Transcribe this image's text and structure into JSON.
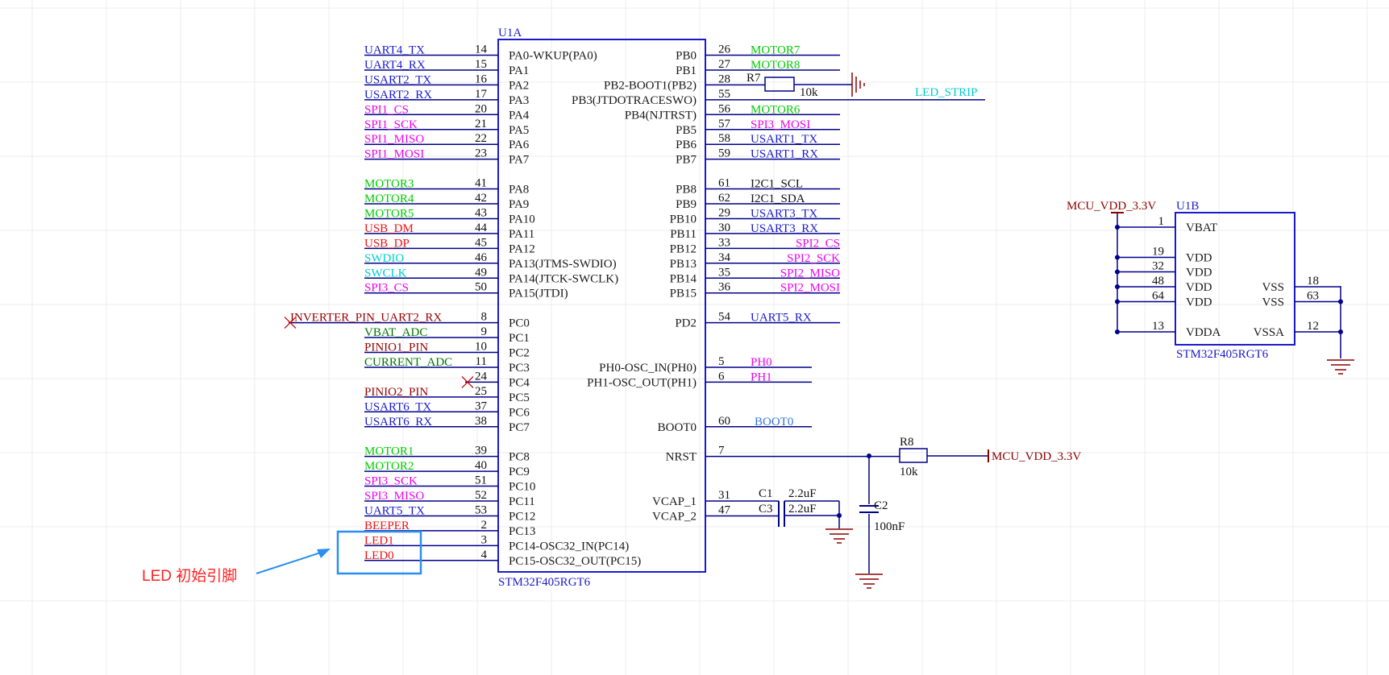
{
  "colors": {
    "wire": "#00008B",
    "chip_border": "#1a1acc",
    "pin_num": "#111111",
    "pin_name": "#1a1a1a",
    "designator": "#1a1acc",
    "power": "#8B0000",
    "net_blue": "#1a1acc",
    "net_green": "#00cc00",
    "net_magenta": "#ee00ee",
    "net_red": "#ee1111",
    "net_cyan": "#00cccc",
    "net_darkgreen": "#007700",
    "net_darkred": "#990000",
    "net_lightblue": "#3377dd",
    "net_black": "#111111",
    "annotation": "#ff2222",
    "highlight": "#2b8ef0",
    "grid": "#ececec"
  },
  "u1a": {
    "designator": "U1A",
    "part": "STM32F405RGT6",
    "left_pins": [
      {
        "num": "14",
        "name": "PA0-WKUP(PA0)",
        "net": "UART4_TX",
        "color": "net_blue"
      },
      {
        "num": "15",
        "name": "PA1",
        "net": "UART4_RX",
        "color": "net_blue"
      },
      {
        "num": "16",
        "name": "PA2",
        "net": "USART2_TX",
        "color": "net_blue"
      },
      {
        "num": "17",
        "name": "PA3",
        "net": "USART2_RX",
        "color": "net_blue"
      },
      {
        "num": "20",
        "name": "PA4",
        "net": "SPI1_CS",
        "color": "net_magenta"
      },
      {
        "num": "21",
        "name": "PA5",
        "net": "SPI1_SCK",
        "color": "net_magenta"
      },
      {
        "num": "22",
        "name": "PA6",
        "net": "SPI1_MISO",
        "color": "net_magenta"
      },
      {
        "num": "23",
        "name": "PA7",
        "net": "SPI1_MOSI",
        "color": "net_magenta"
      },
      {
        "num": "41",
        "name": "PA8",
        "net": "MOTOR3",
        "color": "net_green"
      },
      {
        "num": "42",
        "name": "PA9",
        "net": "MOTOR4",
        "color": "net_green"
      },
      {
        "num": "43",
        "name": "PA10",
        "net": "MOTOR5",
        "color": "net_green"
      },
      {
        "num": "44",
        "name": "PA11",
        "net": "USB_DM",
        "color": "net_red"
      },
      {
        "num": "45",
        "name": "PA12",
        "net": "USB_DP",
        "color": "net_red"
      },
      {
        "num": "46",
        "name": "PA13(JTMS-SWDIO)",
        "net": "SWDIO",
        "color": "net_cyan"
      },
      {
        "num": "49",
        "name": "PA14(JTCK-SWCLK)",
        "net": "SWCLK",
        "color": "net_cyan"
      },
      {
        "num": "50",
        "name": "PA15(JTDI)",
        "net": "SPI3_CS",
        "color": "net_magenta"
      },
      {
        "num": "8",
        "name": "PC0",
        "net": "INVERTER_PIN_UART2_RX",
        "color": "net_darkred"
      },
      {
        "num": "9",
        "name": "PC1",
        "net": "VBAT_ADC",
        "color": "net_darkgreen"
      },
      {
        "num": "10",
        "name": "PC2",
        "net": "PINIO1_PIN",
        "color": "net_darkred"
      },
      {
        "num": "11",
        "name": "PC3",
        "net": "CURRENT_ADC",
        "color": "net_darkgreen"
      },
      {
        "num": "24",
        "name": "PC4",
        "net": "",
        "color": "net_black"
      },
      {
        "num": "25",
        "name": "PC5",
        "net": "PINIO2_PIN",
        "color": "net_darkred"
      },
      {
        "num": "37",
        "name": "PC6",
        "net": "USART6_TX",
        "color": "net_blue"
      },
      {
        "num": "38",
        "name": "PC7",
        "net": "USART6_RX",
        "color": "net_blue"
      },
      {
        "num": "39",
        "name": "PC8",
        "net": "MOTOR1",
        "color": "net_green"
      },
      {
        "num": "40",
        "name": "PC9",
        "net": "MOTOR2",
        "color": "net_green"
      },
      {
        "num": "51",
        "name": "PC10",
        "net": "SPI3_SCK",
        "color": "net_magenta"
      },
      {
        "num": "52",
        "name": "PC11",
        "net": "SPI3_MISO",
        "color": "net_magenta"
      },
      {
        "num": "53",
        "name": "PC12",
        "net": "UART5_TX",
        "color": "net_blue"
      },
      {
        "num": "2",
        "name": "PC13",
        "net": "BEEPER",
        "color": "net_red"
      },
      {
        "num": "3",
        "name": "PC14-OSC32_IN(PC14)",
        "net": "LED1",
        "color": "net_red"
      },
      {
        "num": "4",
        "name": "PC15-OSC32_OUT(PC15)",
        "net": "LED0",
        "color": "net_red"
      }
    ],
    "right_pins": [
      {
        "num": "26",
        "name": "PB0",
        "net": "MOTOR7",
        "color": "net_green"
      },
      {
        "num": "27",
        "name": "PB1",
        "net": "MOTOR8",
        "color": "net_green"
      },
      {
        "num": "28",
        "name": "PB2-BOOT1(PB2)",
        "net": "",
        "color": "net_black"
      },
      {
        "num": "55",
        "name": "PB3(JTDOTRACESWO)",
        "net": "",
        "color": "net_black"
      },
      {
        "num": "56",
        "name": "PB4(NJTRST)",
        "net": "MOTOR6",
        "color": "net_green"
      },
      {
        "num": "57",
        "name": "PB5",
        "net": "SPI3_MOSI",
        "color": "net_magenta"
      },
      {
        "num": "58",
        "name": "PB6",
        "net": "USART1_TX",
        "color": "net_blue"
      },
      {
        "num": "59",
        "name": "PB7",
        "net": "USART1_RX",
        "color": "net_blue"
      },
      {
        "num": "61",
        "name": "PB8",
        "net": "I2C1_SCL",
        "color": "net_black"
      },
      {
        "num": "62",
        "name": "PB9",
        "net": "I2C1_SDA",
        "color": "net_black"
      },
      {
        "num": "29",
        "name": "PB10",
        "net": "USART3_TX",
        "color": "net_blue"
      },
      {
        "num": "30",
        "name": "PB11",
        "net": "USART3_RX",
        "color": "net_blue"
      },
      {
        "num": "33",
        "name": "PB12",
        "net": "SPI2_CS",
        "color": "net_magenta"
      },
      {
        "num": "34",
        "name": "PB13",
        "net": "SPI2_SCK",
        "color": "net_magenta"
      },
      {
        "num": "35",
        "name": "PB14",
        "net": "SPI2_MISO",
        "color": "net_magenta"
      },
      {
        "num": "36",
        "name": "PB15",
        "net": "SPI2_MOSI",
        "color": "net_magenta"
      },
      {
        "num": "54",
        "name": "PD2",
        "net": "UART5_RX",
        "color": "net_blue"
      },
      {
        "num": "5",
        "name": "PH0-OSC_IN(PH0)",
        "net": "PH0",
        "color": "net_magenta"
      },
      {
        "num": "6",
        "name": "PH1-OSC_OUT(PH1)",
        "net": "PH1",
        "color": "net_magenta"
      },
      {
        "num": "60",
        "name": "BOOT0",
        "net": "BOOT0",
        "color": "net_lightblue"
      },
      {
        "num": "7",
        "name": "NRST",
        "net": "",
        "color": "net_black"
      },
      {
        "num": "31",
        "name": "VCAP_1",
        "net": "",
        "color": "net_black"
      },
      {
        "num": "47",
        "name": "VCAP_2",
        "net": "",
        "color": "net_black"
      }
    ]
  },
  "u1b": {
    "designator": "U1B",
    "part": "STM32F405RGT6",
    "power_net": "MCU_VDD_3.3V",
    "left_pins": [
      {
        "num": "1",
        "name": "VBAT"
      },
      {
        "num": "19",
        "name": "VDD"
      },
      {
        "num": "32",
        "name": "VDD"
      },
      {
        "num": "48",
        "name": "VDD"
      },
      {
        "num": "64",
        "name": "VDD"
      },
      {
        "num": "13",
        "name": "VDDA"
      }
    ],
    "right_pins": [
      {
        "num": "18",
        "name": "VSS"
      },
      {
        "num": "63",
        "name": "VSS"
      },
      {
        "num": "12",
        "name": "VSSA"
      }
    ]
  },
  "components": {
    "r7": {
      "designator": "R7",
      "value": "10k"
    },
    "r8": {
      "designator": "R8",
      "value": "10k"
    },
    "c1": {
      "designator": "C1",
      "value": "2.2uF"
    },
    "c3": {
      "designator": "C3",
      "value": "2.2uF"
    },
    "c2": {
      "designator": "C2",
      "value": "100nF"
    },
    "led_strip_net": "LED_STRIP",
    "nrst_power_net": "MCU_VDD_3.3V"
  },
  "annotation": {
    "text": "LED 初始引脚"
  }
}
